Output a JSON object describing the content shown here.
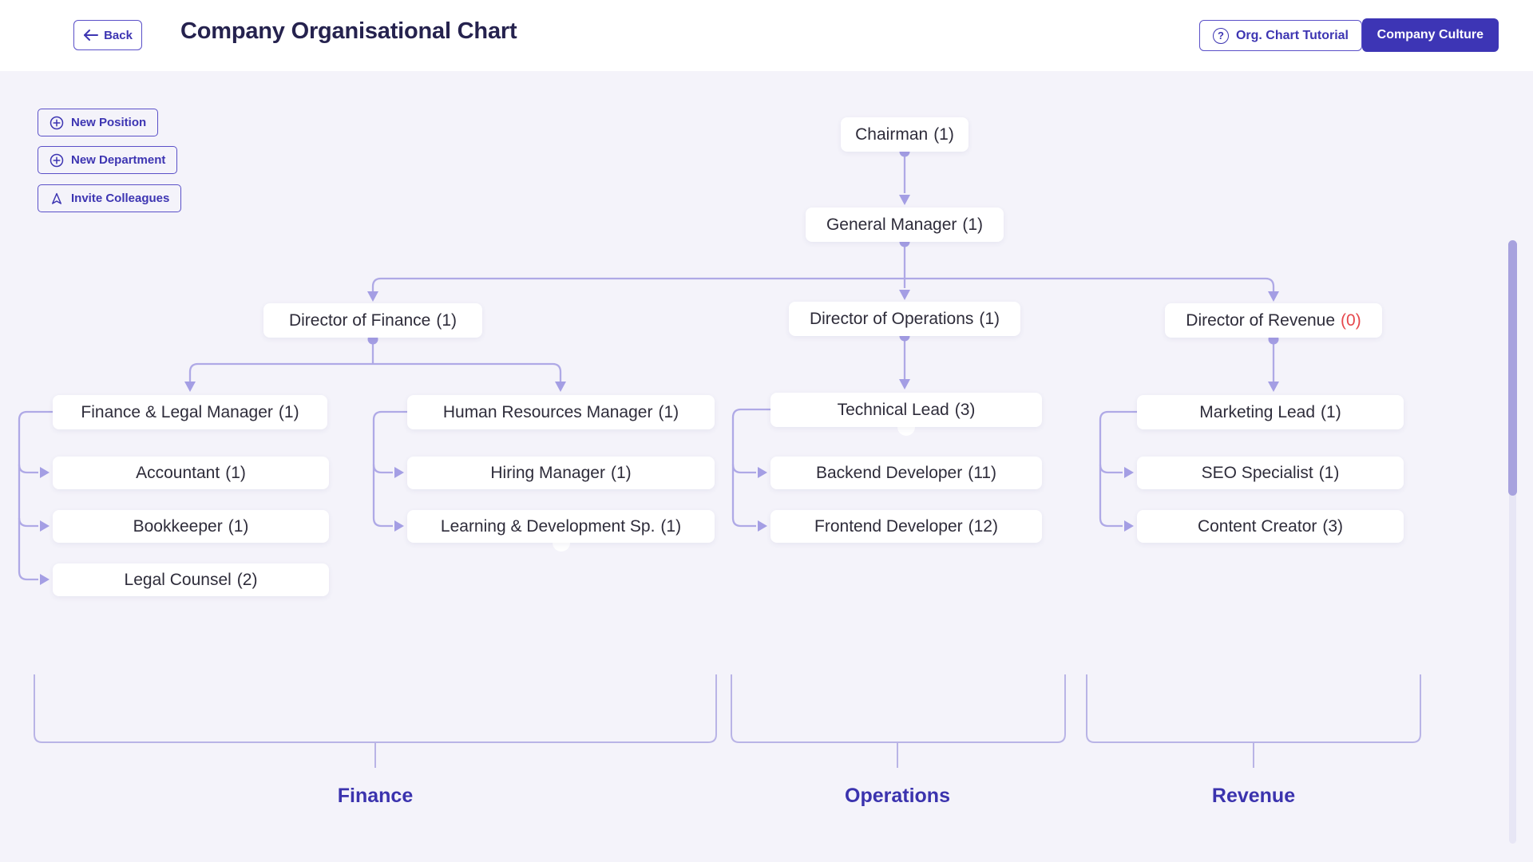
{
  "header": {
    "back_label": "Back",
    "title": "Company Organisational Chart",
    "tutorial_label": "Org. Chart Tutorial",
    "tutorial_icon_glyph": "?",
    "culture_label": "Company Culture"
  },
  "toolbar": {
    "new_position": "New Position",
    "new_department": "New Department",
    "invite_colleagues": "Invite Colleagues"
  },
  "colors": {
    "brand_indigo": "#3d35b5",
    "node_text": "#2e2c3a",
    "connector_lavender": "#afa9e6",
    "bracket_lavender": "#b9b4e6",
    "alert_red": "#e6474c",
    "department_label": "#3b33ae",
    "page_background": "#f4f3fa"
  },
  "org_nodes": [
    {
      "id": "chairman",
      "label": "Chairman",
      "count_label": "(1)"
    },
    {
      "id": "general-manager",
      "label": "General Manager",
      "count_label": "(1)"
    },
    {
      "id": "director-finance",
      "label": "Director of Finance",
      "count_label": "(1)"
    },
    {
      "id": "director-operations",
      "label": "Director of Operations",
      "count_label": "(1)"
    },
    {
      "id": "director-revenue",
      "label": "Director of Revenue",
      "count_label": "(0)",
      "alert": true
    },
    {
      "id": "finance-legal-manager",
      "label": "Finance & Legal Manager",
      "count_label": "(1)"
    },
    {
      "id": "hr-manager",
      "label": "Human Resources Manager",
      "count_label": "(1)"
    },
    {
      "id": "technical-lead",
      "label": "Technical Lead",
      "count_label": "(3)",
      "notch": true
    },
    {
      "id": "marketing-lead",
      "label": "Marketing Lead",
      "count_label": "(1)"
    },
    {
      "id": "accountant",
      "label": "Accountant",
      "count_label": "(1)"
    },
    {
      "id": "bookkeeper",
      "label": "Bookkeeper",
      "count_label": "(1)"
    },
    {
      "id": "legal-counsel",
      "label": "Legal Counsel",
      "count_label": "(2)"
    },
    {
      "id": "hiring-manager",
      "label": "Hiring Manager",
      "count_label": "(1)"
    },
    {
      "id": "learning-development-sp",
      "label": "Learning & Development Sp.",
      "count_label": "(1)",
      "notch": true
    },
    {
      "id": "backend-developer",
      "label": "Backend Developer",
      "count_label": "(11)"
    },
    {
      "id": "frontend-developer",
      "label": "Frontend Developer",
      "count_label": "(12)"
    },
    {
      "id": "seo-specialist",
      "label": "SEO Specialist",
      "count_label": "(1)"
    },
    {
      "id": "content-creator",
      "label": "Content Creator",
      "count_label": "(3)"
    }
  ],
  "departments": [
    {
      "id": "finance",
      "label": "Finance"
    },
    {
      "id": "operations",
      "label": "Operations"
    },
    {
      "id": "revenue",
      "label": "Revenue"
    }
  ]
}
